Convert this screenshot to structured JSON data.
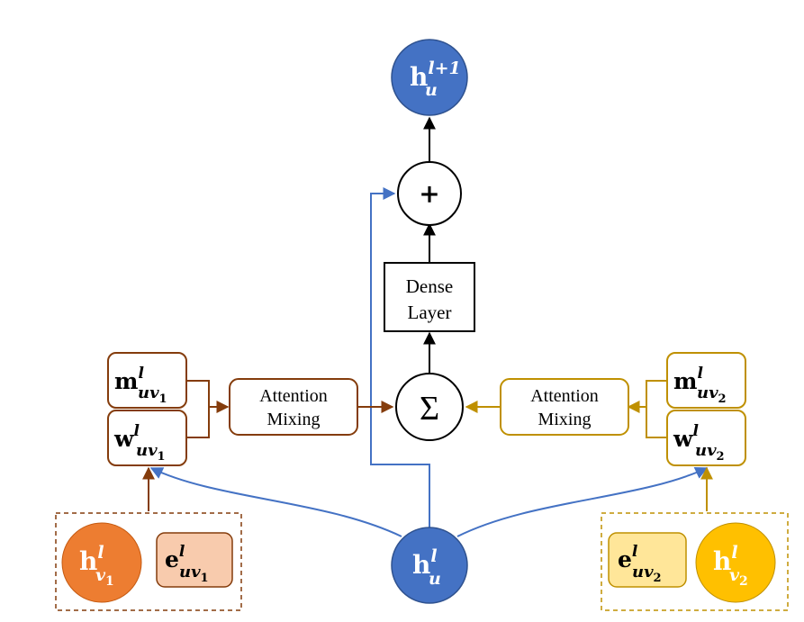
{
  "colors": {
    "blue": "#4472C4",
    "blue_edge": "#2F528F",
    "brown": "#843C0C",
    "orange_fill": "#ED7D31",
    "orange_light": "#F8CBAD",
    "gold": "#BF9000",
    "gold_fill": "#FFC000",
    "gold_light": "#FFE699",
    "black": "#000000"
  },
  "nodes": {
    "h_u_next": {
      "base": "h",
      "sup": "l+1",
      "sub": "u"
    },
    "plus": {
      "text": "+"
    },
    "dense": {
      "line1": "Dense",
      "line2": "Layer"
    },
    "sum": {
      "text": "Σ"
    },
    "left_mix": {
      "line1": "Attention",
      "line2": "Mixing"
    },
    "right_mix": {
      "line1": "Attention",
      "line2": "Mixing"
    },
    "m_uv1": {
      "base": "m",
      "sup": "l",
      "sub": "uv",
      "subsub": "1"
    },
    "w_uv1": {
      "base": "w",
      "sup": "l",
      "sub": "uv",
      "subsub": "1"
    },
    "m_uv2": {
      "base": "m",
      "sup": "l",
      "sub": "uv",
      "subsub": "2"
    },
    "w_uv2": {
      "base": "w",
      "sup": "l",
      "sub": "uv",
      "subsub": "2"
    },
    "h_v1": {
      "base": "h",
      "sup": "l",
      "sub": "v",
      "subsub": "1"
    },
    "e_uv1": {
      "base": "e",
      "sup": "l",
      "sub": "uv",
      "subsub": "1"
    },
    "h_u": {
      "base": "h",
      "sup": "l",
      "sub": "u"
    },
    "e_uv2": {
      "base": "e",
      "sup": "l",
      "sub": "uv",
      "subsub": "2"
    },
    "h_v2": {
      "base": "h",
      "sup": "l",
      "sub": "v",
      "subsub": "2"
    }
  }
}
